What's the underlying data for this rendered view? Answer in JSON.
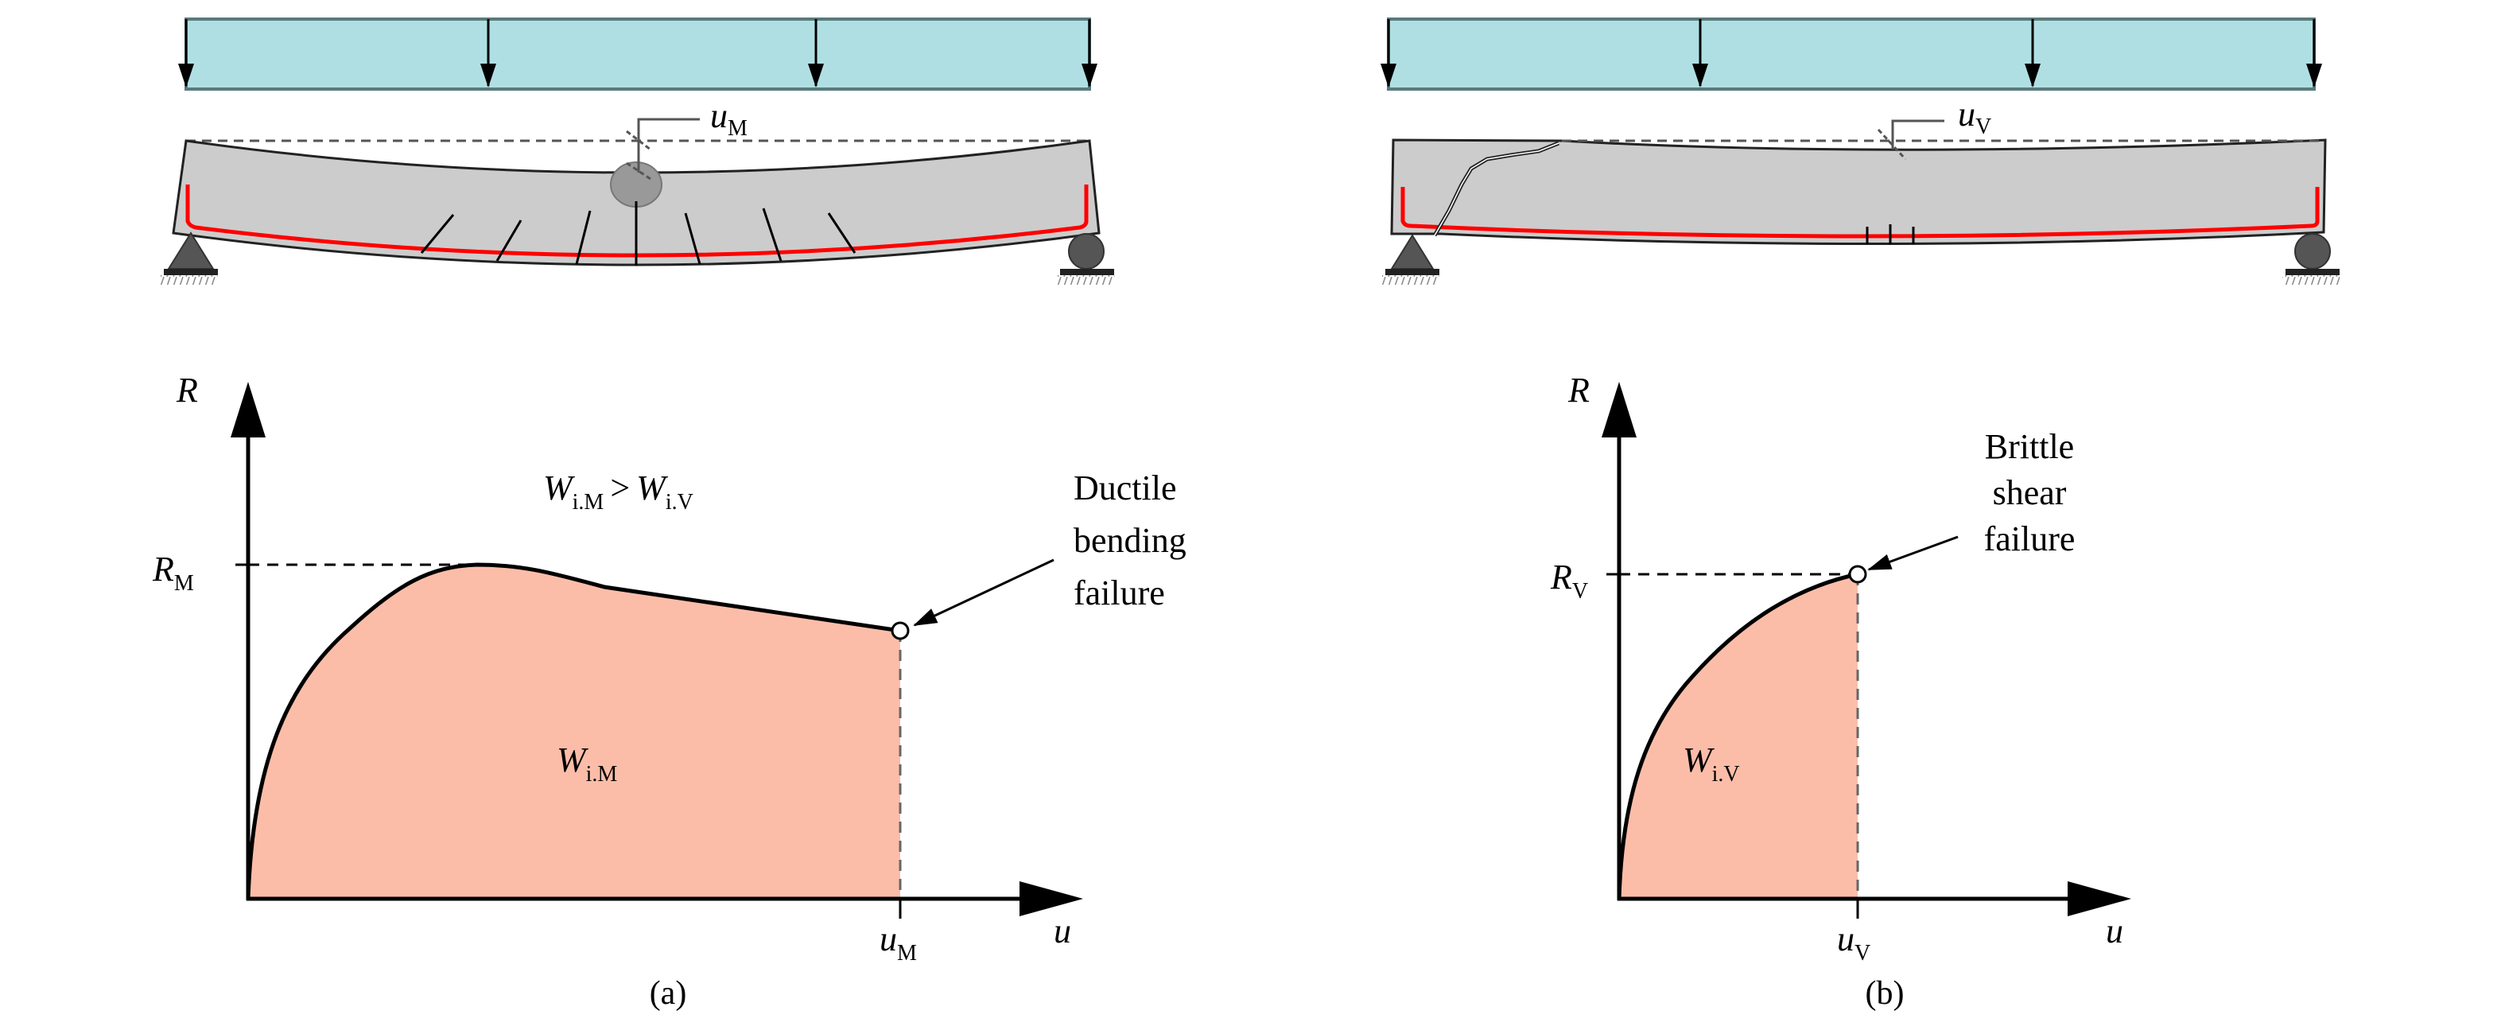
{
  "panel_a": {
    "caption": "(a)",
    "deflection_label": {
      "main": "u",
      "sub": "M"
    },
    "y_axis": "R",
    "x_axis": "u",
    "r_tick": {
      "main": "R",
      "sub": "M"
    },
    "u_tick": {
      "main": "u",
      "sub": "M"
    },
    "comparison": {
      "w1": "W",
      "s1": "i.M",
      "op": ">",
      "w2": "W",
      "s2": "i.V"
    },
    "area_label": {
      "main": "W",
      "sub": "i.M"
    },
    "annotation": [
      "Ductile",
      "bending",
      "failure"
    ]
  },
  "panel_b": {
    "caption": "(b)",
    "deflection_label": {
      "main": "u",
      "sub": "V"
    },
    "y_axis": "R",
    "x_axis": "u",
    "r_tick": {
      "main": "R",
      "sub": "V"
    },
    "u_tick": {
      "main": "u",
      "sub": "V"
    },
    "area_label": {
      "main": "W",
      "sub": "i.V"
    },
    "annotation": [
      "Brittle",
      "shear",
      "failure"
    ]
  },
  "colors": {
    "load": "#b0dfe3",
    "beam": "#cccccc",
    "rebar": "#ff0000",
    "area": "#fcbda8"
  }
}
